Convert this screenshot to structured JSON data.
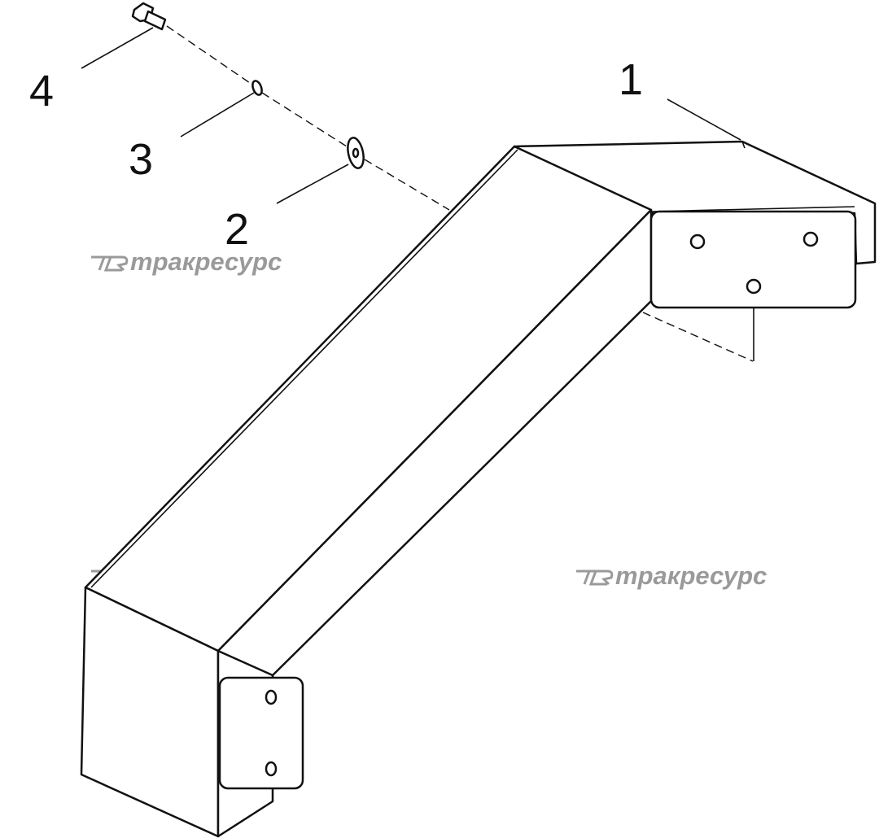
{
  "callouts": [
    {
      "id": "1",
      "label": "1"
    },
    {
      "id": "2",
      "label": "2"
    },
    {
      "id": "3",
      "label": "3"
    },
    {
      "id": "4",
      "label": "4"
    }
  ],
  "watermark": {
    "text": "тракресурс",
    "logo": "TR-logo",
    "color": "#9a9a9a"
  }
}
